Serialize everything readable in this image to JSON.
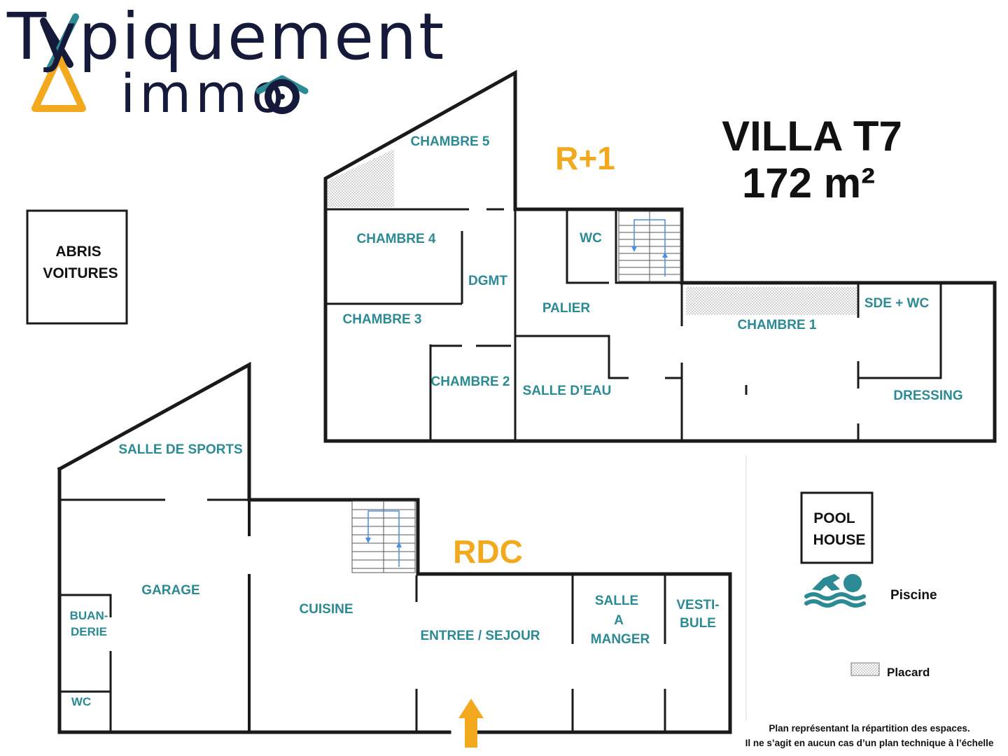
{
  "logo": {
    "line1": "Typiquement",
    "line2": "immo",
    "colors": {
      "navy": "#151a3b",
      "yellow": "#f2a91d",
      "teal": "#2b8a94"
    }
  },
  "title": {
    "line1": "VILLA T7",
    "line2": "172 m²"
  },
  "levels": {
    "upper": "R+1",
    "ground": "RDC"
  },
  "upper_floor_rooms": {
    "chambre5": "CHAMBRE 5",
    "chambre4": "CHAMBRE 4",
    "chambre3": "CHAMBRE 3",
    "chambre2": "CHAMBRE 2",
    "dgmt": "DGMT",
    "wc": "WC",
    "palier": "PALIER",
    "salle_eau": "SALLE D’EAU",
    "chambre1": "CHAMBRE 1",
    "sde_wc": "SDE + WC",
    "dressing": "DRESSING"
  },
  "ground_floor_rooms": {
    "salle_sports": "SALLE DE SPORTS",
    "garage": "GARAGE",
    "buanderie_1": "BUAN-",
    "buanderie_2": "DERIE",
    "wc": "WC",
    "cuisine": "CUISINE",
    "entree_sejour": "ENTREE / SEJOUR",
    "salle_manger_1": "SALLE",
    "salle_manger_2": "A",
    "salle_manger_3": "MANGER",
    "vestibule_1": "VESTI-",
    "vestibule_2": "BULE"
  },
  "outbuildings": {
    "abris_1": "ABRIS",
    "abris_2": "VOITURES",
    "pool_1": "POOL",
    "pool_2": "HOUSE"
  },
  "legend": {
    "piscine": "Piscine",
    "placard": "Placard",
    "icons": [
      "swimmer-icon",
      "placard-hatch"
    ]
  },
  "disclaimer": {
    "line1": "Plan représentant la répartition des espaces.",
    "line2": "Il ne s’agit en aucun cas d’un plan technique à l’échelle"
  }
}
